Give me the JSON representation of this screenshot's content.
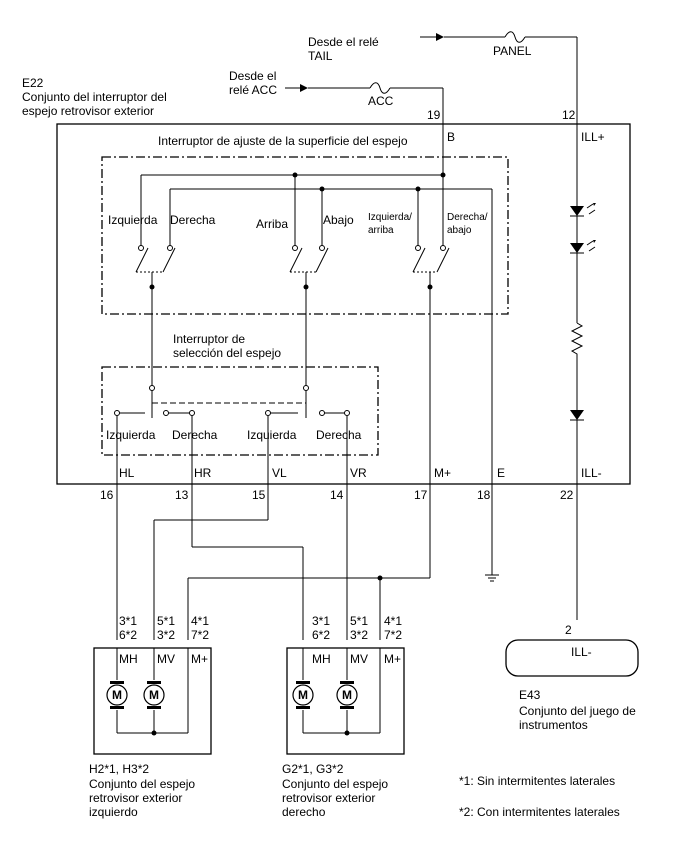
{
  "top": {
    "tail_source": "Desde el relé\nTAIL",
    "panel_fuse": "PANEL",
    "acc_source": "Desde el\nrelé ACC",
    "acc_fuse": "ACC"
  },
  "e22": {
    "code": "E22",
    "name_line1": "Conjunto del interruptor del",
    "name_line2": "espejo retrovisor exterior",
    "adjust_switch_title": "Interruptor de ajuste de la superficie del espejo",
    "select_switch_title_1": "Interruptor de",
    "select_switch_title_2": "selección del espejo",
    "adjust_labels": {
      "izquierda": "Izquierda",
      "derecha": "Derecha",
      "arriba": "Arriba",
      "abajo": "Abajo",
      "izq_arriba_1": "Izquierda/",
      "izq_arriba_2": "arriba",
      "der_abajo_1": "Derecha/",
      "der_abajo_2": "abajo"
    },
    "select_labels": [
      "Izquierda",
      "Derecha",
      "Izquierda",
      "Derecha"
    ],
    "terminals_top": [
      {
        "pin": "19",
        "name": "B"
      },
      {
        "pin": "12",
        "name": "ILL+"
      }
    ],
    "terminals_bottom": [
      {
        "pin": "16",
        "name": "HL"
      },
      {
        "pin": "13",
        "name": "HR"
      },
      {
        "pin": "15",
        "name": "VL"
      },
      {
        "pin": "14",
        "name": "VR"
      },
      {
        "pin": "17",
        "name": "M+"
      },
      {
        "pin": "18",
        "name": "E"
      },
      {
        "pin": "22",
        "name": "ILL-"
      }
    ]
  },
  "mirror_left": {
    "pins": [
      {
        "line1": "3*1",
        "line2": "6*2",
        "name": "MH"
      },
      {
        "line1": "5*1",
        "line2": "3*2",
        "name": "MV"
      },
      {
        "line1": "4*1",
        "line2": "7*2",
        "name": "M+"
      }
    ],
    "code": "H2*1, H3*2",
    "name_line1": "Conjunto del espejo",
    "name_line2": "retrovisor exterior",
    "name_line3": "izquierdo"
  },
  "mirror_right": {
    "pins": [
      {
        "line1": "3*1",
        "line2": "6*2",
        "name": "MH"
      },
      {
        "line1": "5*1",
        "line2": "3*2",
        "name": "MV"
      },
      {
        "line1": "4*1",
        "line2": "7*2",
        "name": "M+"
      }
    ],
    "code": "G2*1, G3*2",
    "name_line1": "Conjunto del espejo",
    "name_line2": "retrovisor exterior",
    "name_line3": "derecho"
  },
  "motor_symbol": "M",
  "e43": {
    "pin": "2",
    "terminal": "ILL-",
    "code": "E43",
    "name_line1": "Conjunto del juego de",
    "name_line2": "instrumentos"
  },
  "notes": {
    "note1": "*1: Sin intermitentes laterales",
    "note2": "*2: Con intermitentes laterales"
  }
}
